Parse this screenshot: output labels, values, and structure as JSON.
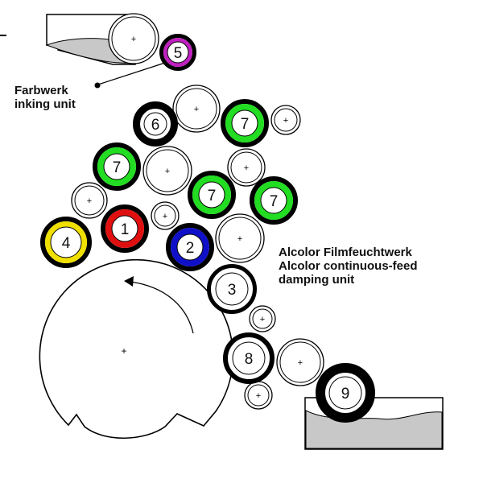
{
  "labels": {
    "inking_line1": "Farbwerk",
    "inking_line2": "inking unit",
    "damping_line1": "Alcolor Filmfeuchtwerk",
    "damping_line2": "Alcolor continuous-feed",
    "damping_line3": "damping unit"
  },
  "colors": {
    "roller_1": "#e01010",
    "roller_2": "#1010c8",
    "roller_4": "#f0e000",
    "roller_5": "#c020c0",
    "roller_7": "#22dd22",
    "tray_fill": "#c8c8c8",
    "outline": "#000000"
  },
  "rollers": [
    {
      "id": "1",
      "label": "1",
      "color_key": "roller_1"
    },
    {
      "id": "2",
      "label": "2",
      "color_key": "roller_2"
    },
    {
      "id": "3",
      "label": "3",
      "color_key": null
    },
    {
      "id": "4",
      "label": "4",
      "color_key": "roller_4"
    },
    {
      "id": "5",
      "label": "5",
      "color_key": "roller_5"
    },
    {
      "id": "6",
      "label": "6",
      "color_key": null
    },
    {
      "id": "7a",
      "label": "7",
      "color_key": "roller_7"
    },
    {
      "id": "7b",
      "label": "7",
      "color_key": "roller_7"
    },
    {
      "id": "7c",
      "label": "7",
      "color_key": "roller_7"
    },
    {
      "id": "7d",
      "label": "7",
      "color_key": "roller_7"
    },
    {
      "id": "8",
      "label": "8",
      "color_key": null
    },
    {
      "id": "9",
      "label": "9",
      "color_key": null
    }
  ],
  "center_mark": "+"
}
